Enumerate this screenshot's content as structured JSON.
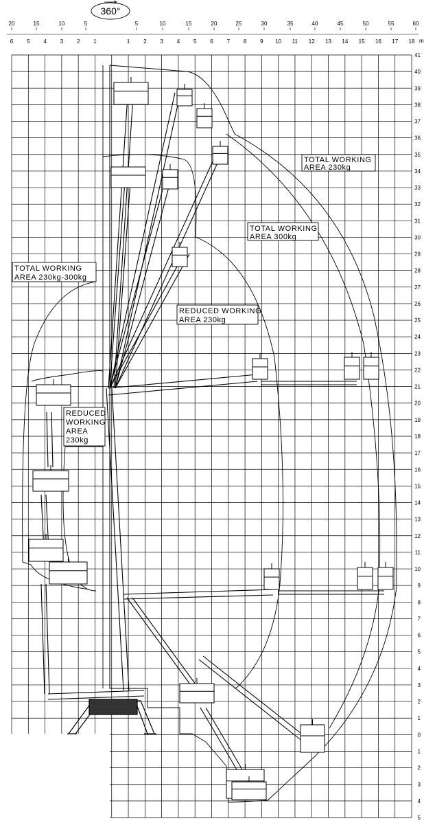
{
  "rotation_label": "360°",
  "unit_label": "m",
  "top_scale_ft": [
    "20",
    "15",
    "10",
    "5",
    "5",
    "10",
    "15",
    "20",
    "25",
    "30",
    "35",
    "40",
    "45",
    "50",
    "55",
    "60"
  ],
  "top_scale_m": [
    "6",
    "5",
    "4",
    "3",
    "2",
    "1",
    "1",
    "2",
    "3",
    "4",
    "5",
    "6",
    "7",
    "8",
    "9",
    "10",
    "11",
    "12",
    "13",
    "14",
    "15",
    "16",
    "17",
    "18"
  ],
  "right_scale": [
    "41",
    "40",
    "39",
    "38",
    "37",
    "36",
    "35",
    "34",
    "33",
    "32",
    "31",
    "30",
    "29",
    "28",
    "27",
    "26",
    "25",
    "24",
    "23",
    "22",
    "21",
    "20",
    "19",
    "18",
    "17",
    "16",
    "15",
    "14",
    "13",
    "12",
    "11",
    "10",
    "9",
    "8",
    "7",
    "6",
    "5",
    "4",
    "3",
    "2",
    "1",
    "0",
    "1",
    "2",
    "3",
    "4",
    "5"
  ],
  "areas": {
    "total_230": {
      "line1": "TOTAL WORKING",
      "line2": "AREA 230kg"
    },
    "total_300": {
      "line1": "TOTAL WORKING",
      "line2": "AREA 300kg"
    },
    "reduced_230_right": {
      "line1": "REDUCED WORKING",
      "line2": "AREA 230kg"
    },
    "total_230_300": {
      "line1": "TOTAL WORKING",
      "line2": "AREA 230kg-300kg"
    },
    "reduced_230_left": {
      "line1": "REDUCED",
      "line2": "WORKING",
      "line3": "AREA",
      "line4": "230kg"
    }
  }
}
